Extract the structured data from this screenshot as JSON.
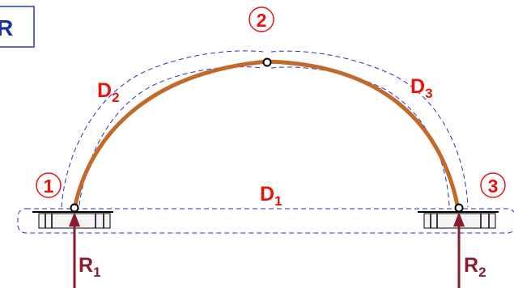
{
  "corner_label": "R",
  "nodes": [
    {
      "id": "node-1",
      "number": "1"
    },
    {
      "id": "node-2",
      "number": "2"
    },
    {
      "id": "node-3",
      "number": "3"
    }
  ],
  "regions": {
    "d1": {
      "main": "D",
      "sub": "1"
    },
    "d2": {
      "main": "D",
      "sub": "2"
    },
    "d3": {
      "main": "D",
      "sub": "3"
    }
  },
  "reactions": {
    "r1": {
      "main": "R",
      "sub": "1"
    },
    "r2": {
      "main": "R",
      "sub": "2"
    }
  },
  "colors": {
    "arch": "#c26a2a",
    "label_red": "#e8140c",
    "reaction": "#8b1a2b",
    "dashed": "#2233cc",
    "box_border": "#2233cc"
  }
}
